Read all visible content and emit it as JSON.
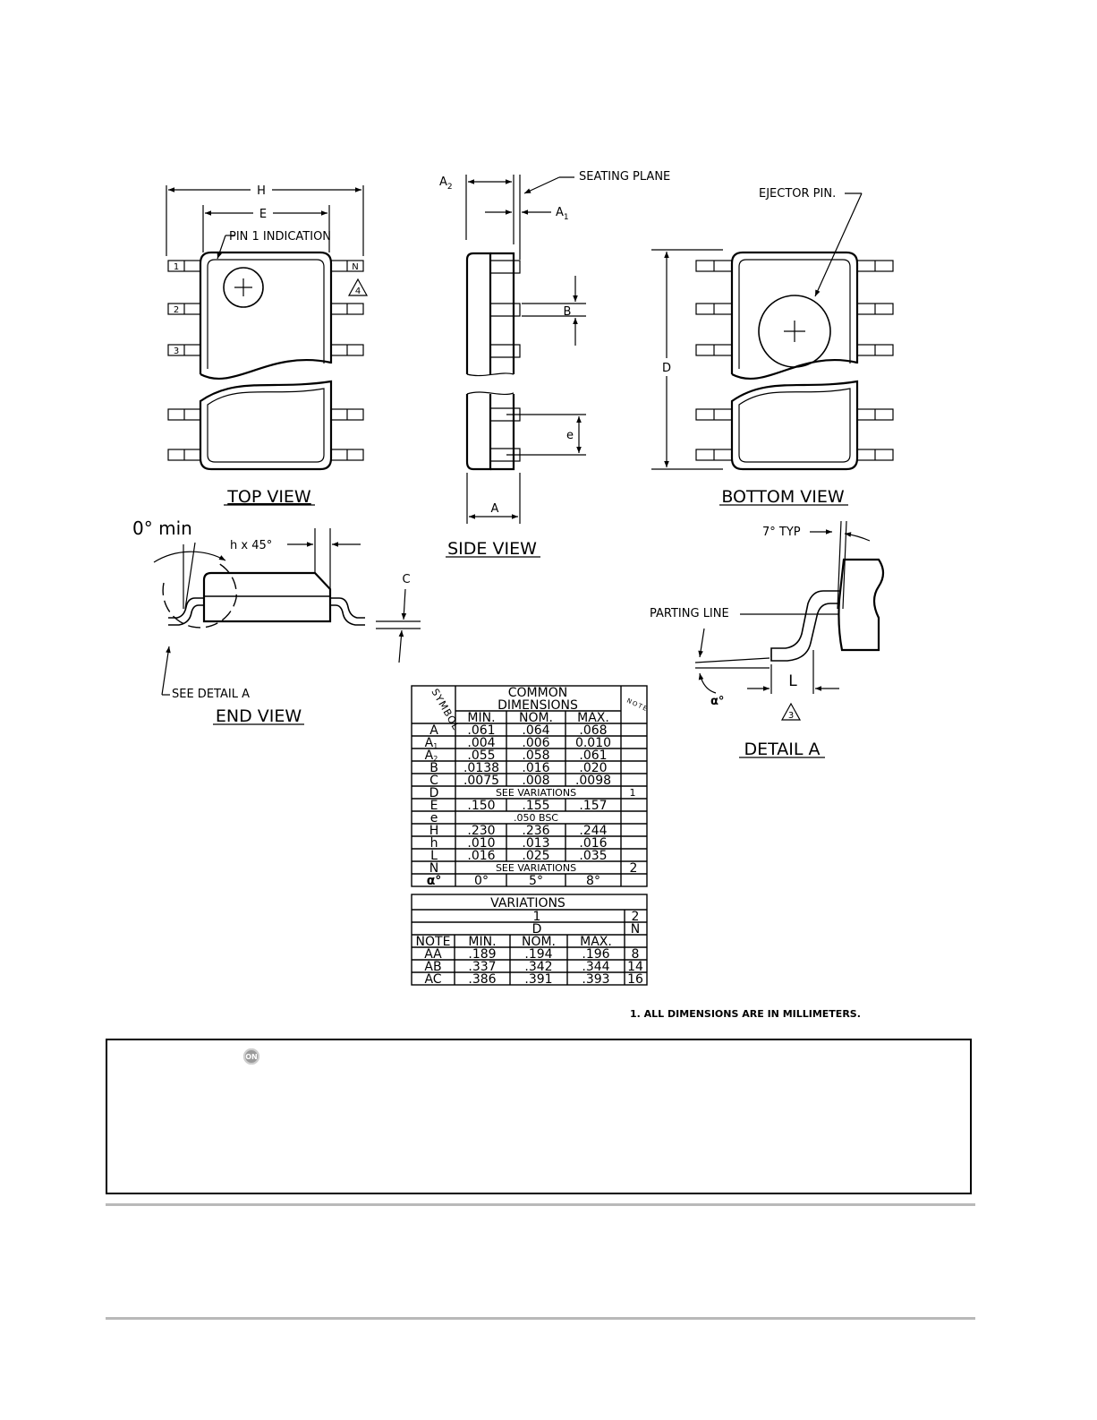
{
  "labels": {
    "H": "H",
    "E": "E",
    "pin1": "PIN 1 INDICATION",
    "pin_1": "1",
    "pin_2": "2",
    "pin_3": "3",
    "pin_N": "N",
    "note4": "4",
    "A2": "A",
    "A2_sub": "2",
    "seating": "SEATING PLANE",
    "A1": "A",
    "A1_sub": "1",
    "B": "B",
    "e": "e",
    "A": "A",
    "ejector": "EJECTOR PIN.",
    "D": "D",
    "zero_min": "0° min",
    "hx45": "h x 45°",
    "C": "C",
    "see_detail": "SEE DETAIL A",
    "typ7": "7° TYP",
    "parting": "PARTING LINE",
    "L": "L",
    "alpha": "α°",
    "note3": "3"
  },
  "views": {
    "top": "TOP VIEW",
    "side": "SIDE VIEW",
    "bottom": "BOTTOM VIEW",
    "end": "END VIEW",
    "detail": "DETAIL A"
  },
  "dims_table": {
    "symbol_header": "SYMBOL",
    "common_line1": "COMMON",
    "common_line2": "DIMENSIONS",
    "note_header": "NOTE",
    "min": "MIN.",
    "nom": "NOM.",
    "max": "MAX.",
    "rows": [
      {
        "sym": "A",
        "sub": "",
        "min": ".061",
        "nom": ".064",
        "max": ".068",
        "note": ""
      },
      {
        "sym": "A",
        "sub": "1",
        "min": ".004",
        "nom": ".006",
        "max": "0.010",
        "note": ""
      },
      {
        "sym": "A",
        "sub": "2",
        "min": ".055",
        "nom": ".058",
        "max": ".061",
        "note": ""
      },
      {
        "sym": "B",
        "sub": "",
        "min": ".0138",
        "nom": ".016",
        "max": ".020",
        "note": ""
      },
      {
        "sym": "C",
        "sub": "",
        "min": ".0075",
        "nom": ".008",
        "max": ".0098",
        "note": ""
      },
      {
        "sym": "D",
        "sub": "",
        "span": "SEE VARIATIONS",
        "note": "1"
      },
      {
        "sym": "E",
        "sub": "",
        "min": ".150",
        "nom": ".155",
        "max": ".157",
        "note": ""
      },
      {
        "sym": "e",
        "sub": "",
        "span": ".050 BSC",
        "note": ""
      },
      {
        "sym": "H",
        "sub": "",
        "min": ".230",
        "nom": ".236",
        "max": ".244",
        "note": ""
      },
      {
        "sym": "h",
        "sub": "",
        "min": ".010",
        "nom": ".013",
        "max": ".016",
        "note": ""
      },
      {
        "sym": "L",
        "sub": "",
        "min": ".016",
        "nom": ".025",
        "max": ".035",
        "note": ""
      },
      {
        "sym": "N",
        "sub": "",
        "span": "SEE VARIATIONS",
        "note": "2"
      },
      {
        "sym": "α°",
        "sub": "",
        "min": "0°",
        "nom": "5°",
        "max": "8°",
        "note": ""
      }
    ]
  },
  "var_table": {
    "title": "VARIATIONS",
    "num1": "1",
    "num2": "2",
    "D": "D",
    "N": "N",
    "note": "NOTE",
    "min": "MIN.",
    "nom": "NOM.",
    "max": "MAX.",
    "rows": [
      {
        "note": "AA",
        "min": ".189",
        "nom": ".194",
        "max": ".196",
        "n": "8"
      },
      {
        "note": "AB",
        "min": ".337",
        "nom": ".342",
        "max": ".344",
        "n": "14"
      },
      {
        "note": "AC",
        "min": ".386",
        "nom": ".391",
        "max": ".393",
        "n": "16"
      }
    ]
  },
  "footnote": "1.   ALL DIMENSIONS ARE IN MILLIMETERS.",
  "logo": "ON"
}
